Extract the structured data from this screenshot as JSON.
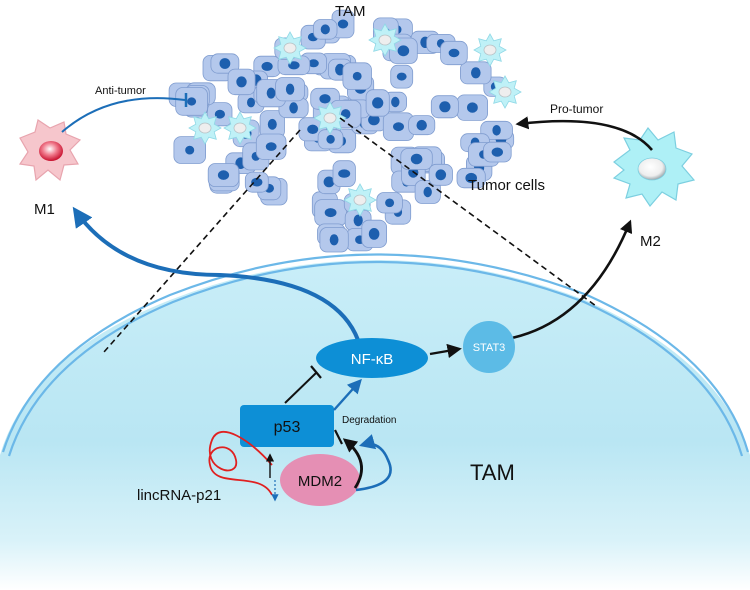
{
  "labels": {
    "tam_top": "TAM",
    "anti_tumor": "Anti-tumor",
    "pro_tumor": "Pro-tumor",
    "m1": "M1",
    "m2": "M2",
    "tumor_cells": "Tumor cells",
    "nfkb": "NF-κB",
    "stat3": "STAT3",
    "p53": "p53",
    "degradation": "Degradation",
    "mdm2": "MDM2",
    "lincrna": "lincRNA-p21",
    "tam_cell": "TAM"
  },
  "colors": {
    "tumor_cell_fill": "#b4c8ec",
    "tumor_cell_stroke": "#7f9ccf",
    "nucleus": "#1d5fae",
    "macrophage_light": "#bff1f7",
    "m1_fill": "#f6c6cc",
    "m2_fill": "#aef0f6",
    "membrane": "#6cb8e8",
    "cytoplasm": "#bfe8f3",
    "nfkb_fill": "#0d8fd6",
    "stat3_fill": "#5cbbe6",
    "p53_fill": "#0d8fd6",
    "mdm2_fill": "#e58fb4",
    "lincrna_stroke": "#e02020",
    "blue_arrow": "#1c6eb8",
    "black_arrow": "#111111"
  }
}
